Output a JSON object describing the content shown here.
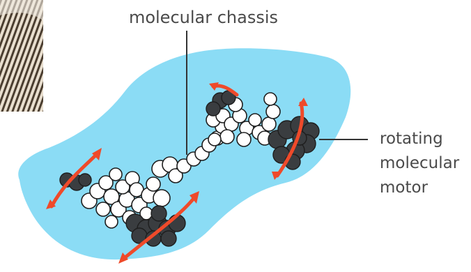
{
  "labels": {
    "chassis": "molecular chassis",
    "motor_line1": "rotating",
    "motor_line2": "molecular",
    "motor_line3": "motor"
  },
  "colors": {
    "car_body": "#8bdcf5",
    "arrow": "#ef4a2a",
    "atom_dark": "#3a3d40",
    "atom_light": "#ffffff",
    "atom_outline": "#1e1e1e",
    "leader_line": "#333333",
    "text": "#4a4a4a"
  },
  "icons": {
    "inset_photo": "striped-fabric-photo"
  }
}
